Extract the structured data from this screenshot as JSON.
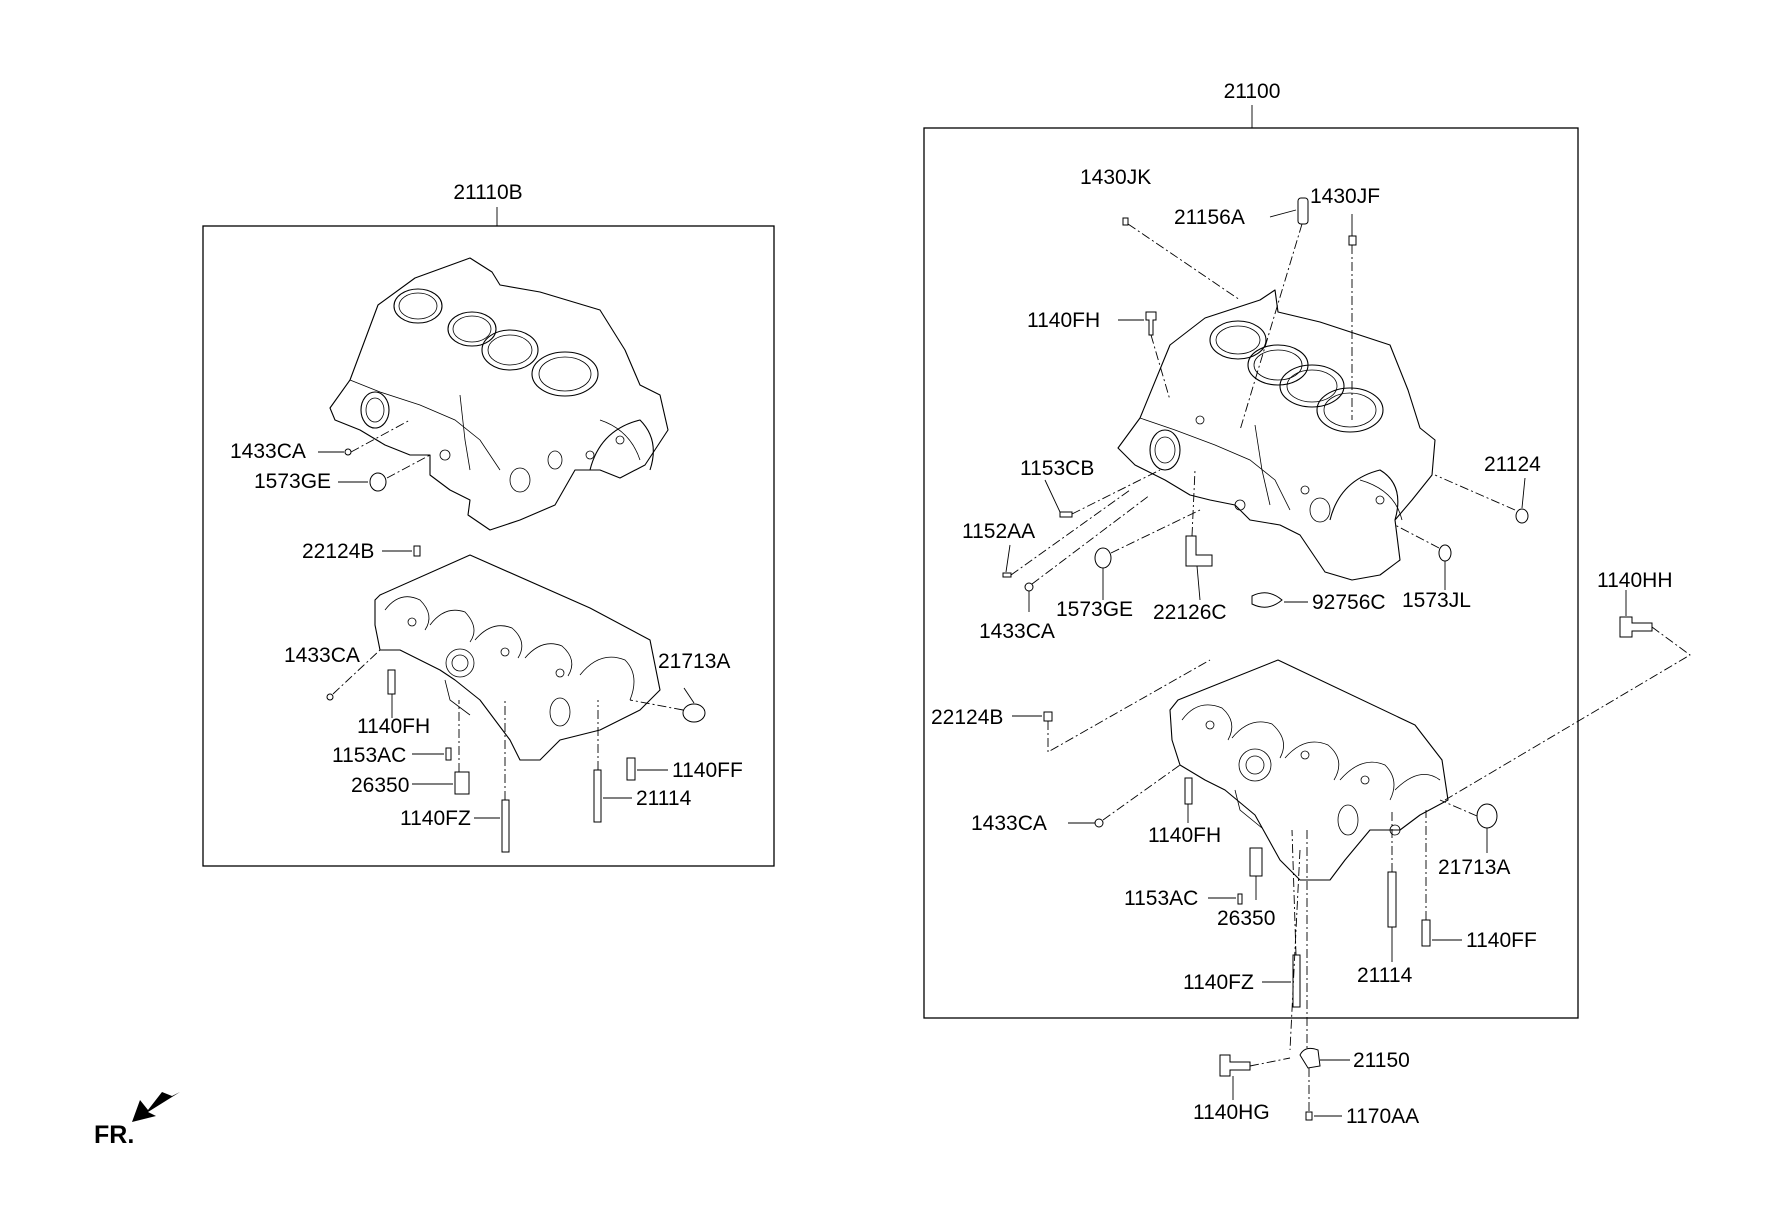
{
  "left_assembly": {
    "title": "21110B",
    "labels": [
      "1433CA",
      "1573GE",
      "22124B",
      "1433CA",
      "21713A",
      "1140FH",
      "1153AC",
      "1140FF",
      "26350",
      "21114",
      "1140FZ"
    ]
  },
  "right_assembly": {
    "title": "21100",
    "labels": [
      "1430JK",
      "21156A",
      "1430JF",
      "1140FH",
      "21124",
      "1153CB",
      "1152AA",
      "1573GE",
      "22126C",
      "1573JL",
      "1433CA",
      "92756C",
      "22124B",
      "1433CA",
      "1140FH",
      "21713A",
      "1153AC",
      "26350",
      "1140FF",
      "21114",
      "1140FZ"
    ]
  },
  "outside_labels": [
    "1140HH",
    "21150",
    "1140HG",
    "1170AA"
  ],
  "direction_marker": "FR."
}
